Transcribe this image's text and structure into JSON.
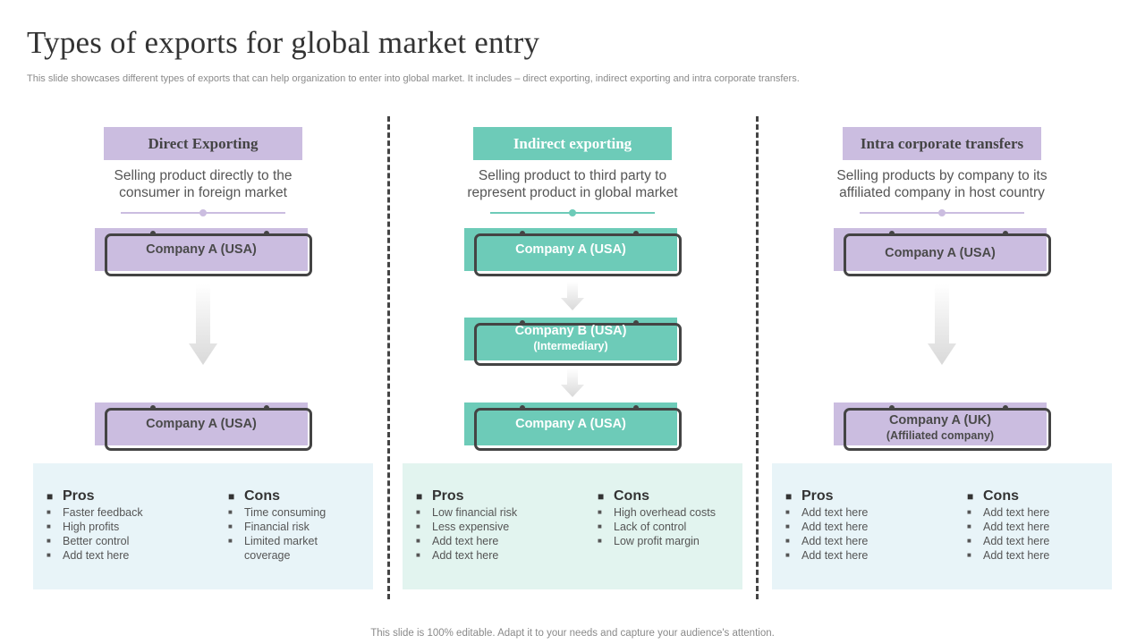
{
  "title": "Types of exports for global market entry",
  "subtitle": "This slide showcases different types of exports that can help organization to enter into global market. It includes – direct exporting, indirect exporting and intra corporate transfers.",
  "footer": "This slide is 100% editable. Adapt it to your needs and capture your audience's attention.",
  "colors": {
    "purple": "#cbbde0",
    "teal": "#6dcbb8",
    "lightblue": "#e8f4f8",
    "lightteal": "#e2f4ef",
    "frame": "#444444"
  },
  "columns": [
    {
      "header": "Direct Exporting",
      "desc_line1": "Selling product directly to the",
      "desc_line2": "consumer in foreign market",
      "companies": [
        {
          "name": "Company A (USA)",
          "sub": ""
        },
        {
          "name": "Company A (USA)",
          "sub": ""
        }
      ],
      "pros_label": "Pros",
      "cons_label": "Cons",
      "pros": [
        "Faster feedback",
        "High profits",
        "Better control",
        "Add text here"
      ],
      "cons": [
        "Time consuming",
        "Financial risk",
        "Limited market",
        "coverage"
      ]
    },
    {
      "header": "Indirect exporting",
      "desc_line1": "Selling product to third party to",
      "desc_line2": "represent product in global market",
      "companies": [
        {
          "name": "Company A (USA)",
          "sub": ""
        },
        {
          "name": "Company B (USA)",
          "sub": "(Intermediary)"
        },
        {
          "name": "Company A (USA)",
          "sub": ""
        }
      ],
      "pros_label": "Pros",
      "cons_label": "Cons",
      "pros": [
        "Low financial risk",
        "Less expensive",
        "Add text here",
        "Add text here"
      ],
      "cons": [
        "High overhead  costs",
        "Lack of control",
        "Low profit margin"
      ]
    },
    {
      "header": "Intra corporate transfers",
      "desc_line1": "Selling products by company to its",
      "desc_line2": "affiliated company in host country",
      "companies": [
        {
          "name": "Company A (USA)",
          "sub": ""
        },
        {
          "name": "Company A (UK)",
          "sub": "(Affiliated company)"
        }
      ],
      "pros_label": "Pros",
      "cons_label": "Cons",
      "pros": [
        "Add text here",
        "Add text here",
        "Add text here",
        "Add text here"
      ],
      "cons": [
        "Add text here",
        "Add text here",
        "Add text here",
        "Add text here"
      ]
    }
  ]
}
